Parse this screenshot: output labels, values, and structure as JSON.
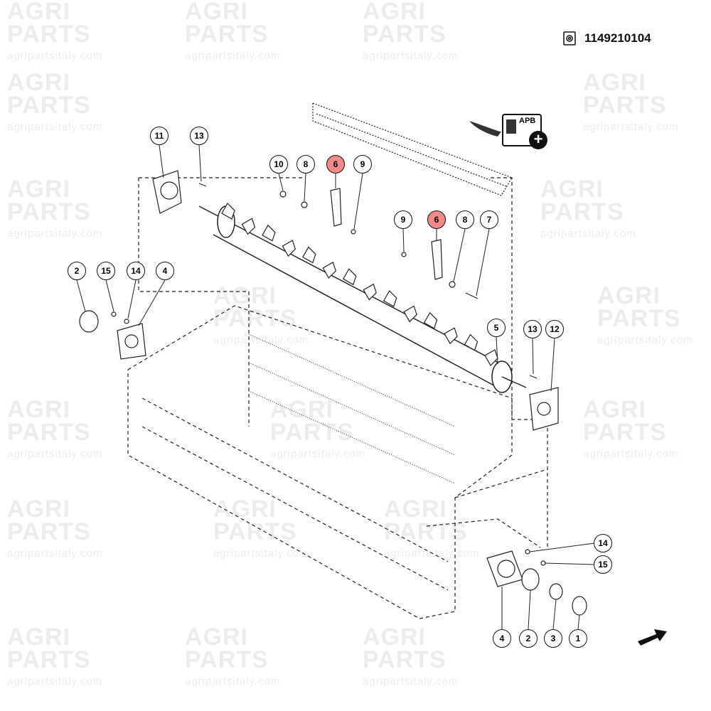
{
  "watermark": {
    "line1": "AGRI",
    "line2": "PARTS",
    "url": "agripartsitaly.com"
  },
  "header": {
    "part_number": "1149210104",
    "part_icon": "gear-document-icon"
  },
  "apb_button": {
    "label": "APB",
    "icon": "plus-icon"
  },
  "callouts": [
    {
      "label": "11",
      "highlighted": false
    },
    {
      "label": "13",
      "highlighted": false
    },
    {
      "label": "10",
      "highlighted": false
    },
    {
      "label": "8",
      "highlighted": false
    },
    {
      "label": "6",
      "highlighted": true
    },
    {
      "label": "9",
      "highlighted": false
    },
    {
      "label": "9",
      "highlighted": false
    },
    {
      "label": "6",
      "highlighted": true
    },
    {
      "label": "8",
      "highlighted": false
    },
    {
      "label": "7",
      "highlighted": false
    },
    {
      "label": "2",
      "highlighted": false
    },
    {
      "label": "15",
      "highlighted": false
    },
    {
      "label": "14",
      "highlighted": false
    },
    {
      "label": "4",
      "highlighted": false
    },
    {
      "label": "5",
      "highlighted": false
    },
    {
      "label": "13",
      "highlighted": false
    },
    {
      "label": "12",
      "highlighted": false
    },
    {
      "label": "14",
      "highlighted": false
    },
    {
      "label": "15",
      "highlighted": false
    },
    {
      "label": "4",
      "highlighted": false
    },
    {
      "label": "2",
      "highlighted": false
    },
    {
      "label": "3",
      "highlighted": false
    },
    {
      "label": "1",
      "highlighted": false
    }
  ],
  "colors": {
    "highlight": "#f08a8a",
    "line": "#111111"
  }
}
